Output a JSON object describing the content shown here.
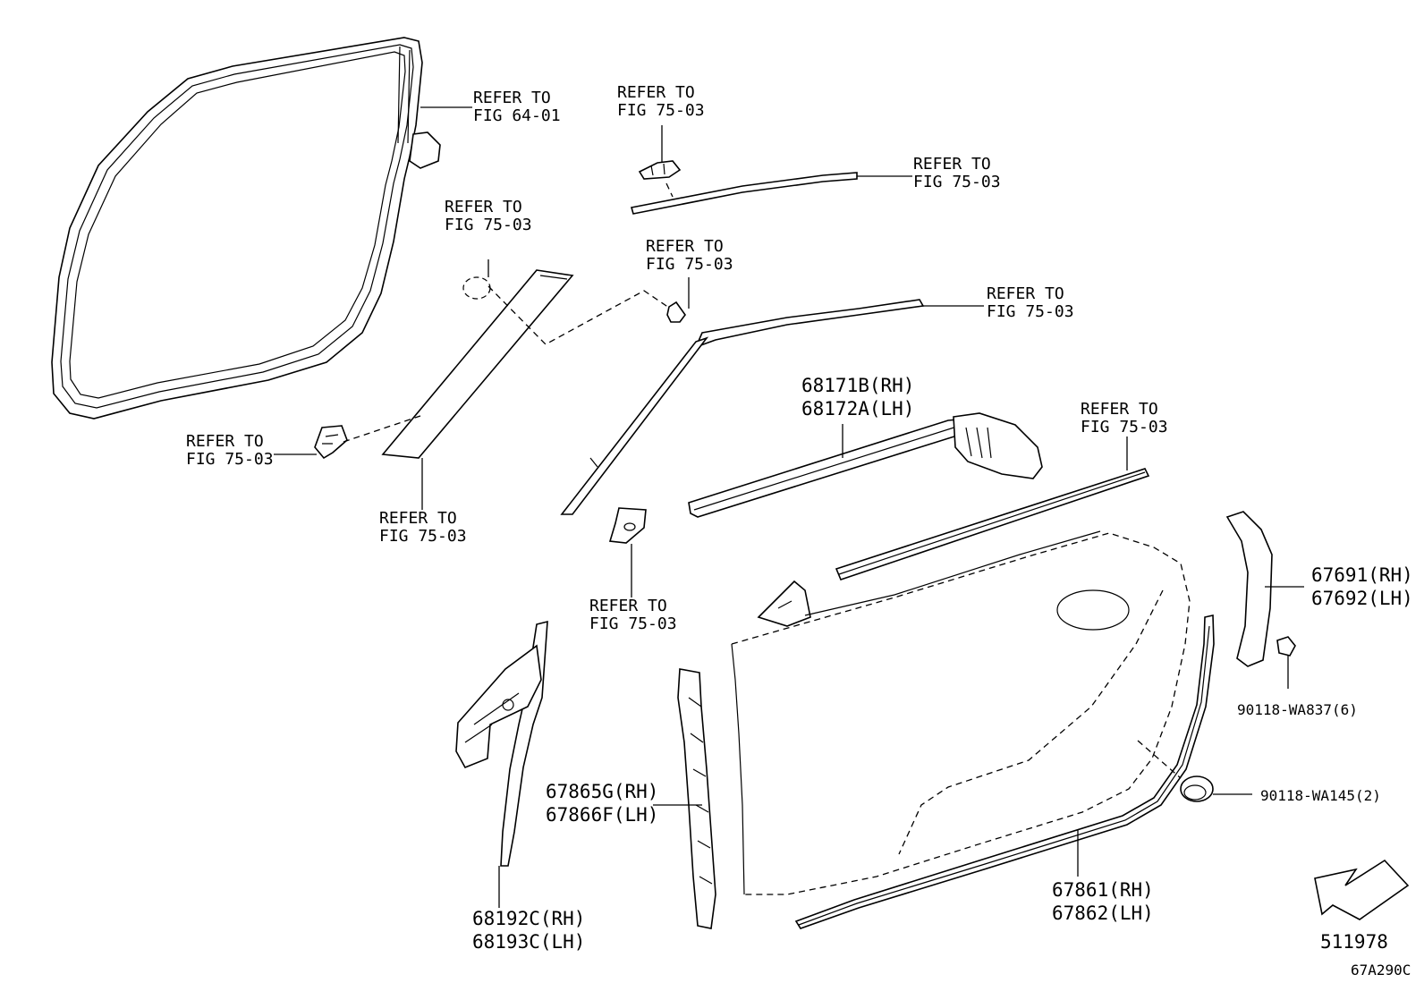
{
  "labels": {
    "ref_fig64_01": [
      "REFER TO",
      "FIG 64-01"
    ],
    "ref_clip_top": [
      "REFER TO",
      "FIG 75-03"
    ],
    "ref_upper_mould": [
      "REFER TO",
      "FIG 75-03"
    ],
    "ref_circle": [
      "REFER TO",
      "FIG 75-03"
    ],
    "ref_screw": [
      "REFER TO",
      "FIG 75-03"
    ],
    "ref_roof_mould": [
      "REFER TO",
      "FIG 75-03"
    ],
    "ref_left_clip": [
      "REFER TO",
      "FIG 75-03"
    ],
    "ref_pillar_garnish": [
      "REFER TO",
      "FIG 75-03"
    ],
    "ref_bracket": [
      "REFER TO",
      "FIG 75-03"
    ],
    "ref_belt_mould": [
      "REFER TO",
      "FIG 75-03"
    ],
    "part_68171": [
      "68171B(RH)",
      "68172A(LH)"
    ],
    "part_67691": [
      "67691(RH)",
      "67692(LH)"
    ],
    "part_90118_wa837": "90118-WA837(6)",
    "part_90118_wa145": "90118-WA145(2)",
    "part_67865": [
      "67865G(RH)",
      "67866F(LH)"
    ],
    "part_68192": [
      "68192C(RH)",
      "68193C(LH)"
    ],
    "part_67861": [
      "67861(RH)",
      "67862(LH)"
    ]
  },
  "footer": {
    "number": "511978",
    "code": "67A290C"
  }
}
